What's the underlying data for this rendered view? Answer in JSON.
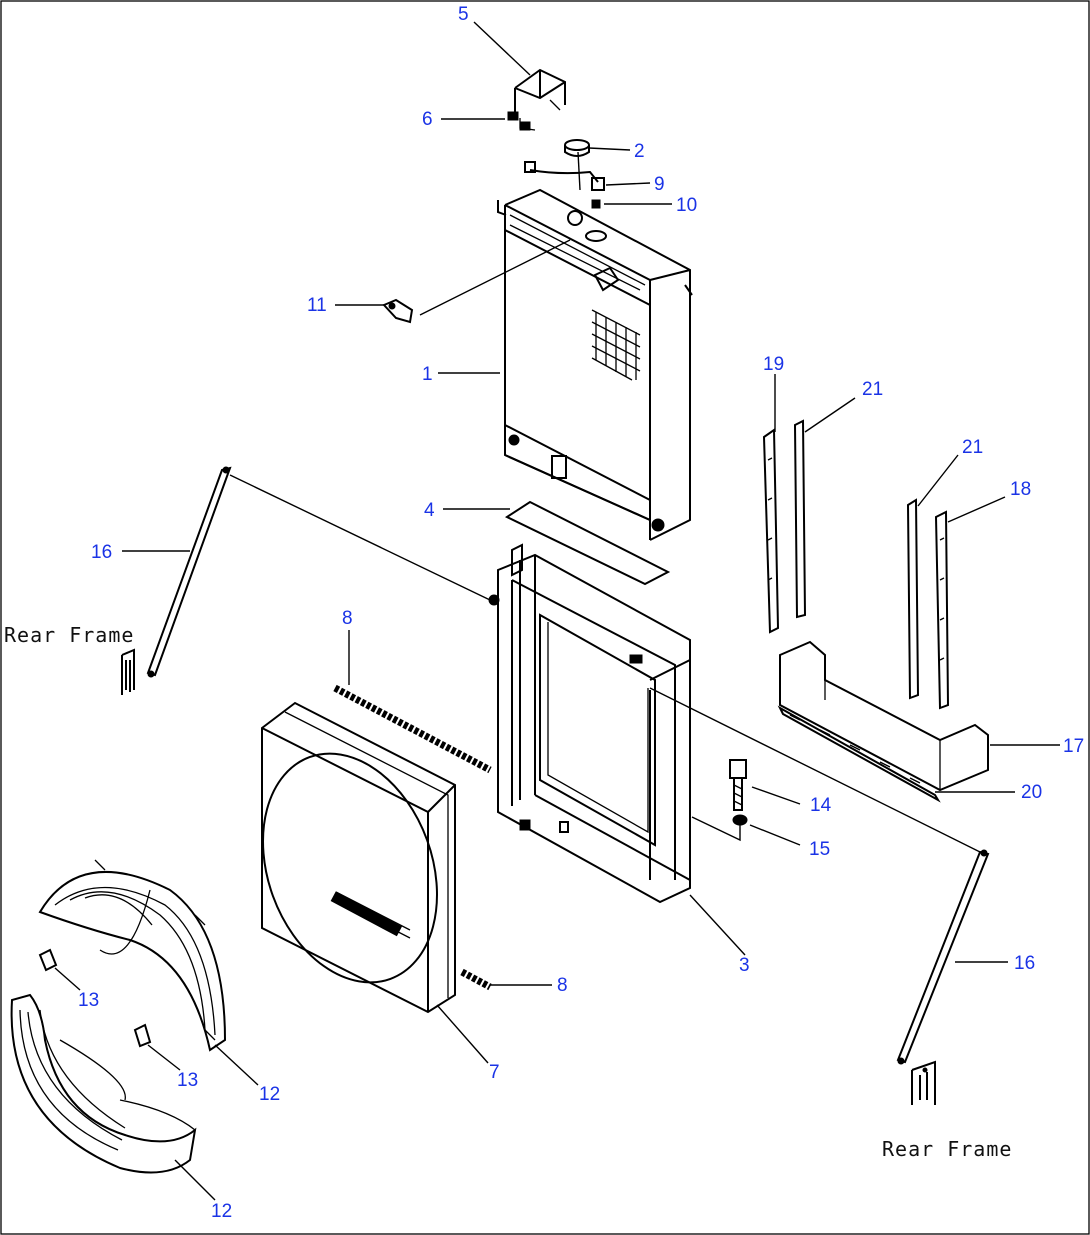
{
  "callouts": [
    {
      "id": "5",
      "text": "5"
    },
    {
      "id": "6",
      "text": "6"
    },
    {
      "id": "2",
      "text": "2"
    },
    {
      "id": "9",
      "text": "9"
    },
    {
      "id": "10",
      "text": "10"
    },
    {
      "id": "11",
      "text": "11"
    },
    {
      "id": "1",
      "text": "1"
    },
    {
      "id": "19",
      "text": "19"
    },
    {
      "id": "21a",
      "text": "21"
    },
    {
      "id": "21b",
      "text": "21"
    },
    {
      "id": "18",
      "text": "18"
    },
    {
      "id": "4",
      "text": "4"
    },
    {
      "id": "16a",
      "text": "16"
    },
    {
      "id": "8a",
      "text": "8"
    },
    {
      "id": "17",
      "text": "17"
    },
    {
      "id": "20",
      "text": "20"
    },
    {
      "id": "14",
      "text": "14"
    },
    {
      "id": "15",
      "text": "15"
    },
    {
      "id": "3",
      "text": "3"
    },
    {
      "id": "16b",
      "text": "16"
    },
    {
      "id": "8b",
      "text": "8"
    },
    {
      "id": "13a",
      "text": "13"
    },
    {
      "id": "13b",
      "text": "13"
    },
    {
      "id": "12a",
      "text": "12"
    },
    {
      "id": "7",
      "text": "7"
    },
    {
      "id": "12b",
      "text": "12"
    }
  ],
  "captions": {
    "rear_frame_left": "Rear Frame",
    "rear_frame_right": "Rear Frame"
  }
}
